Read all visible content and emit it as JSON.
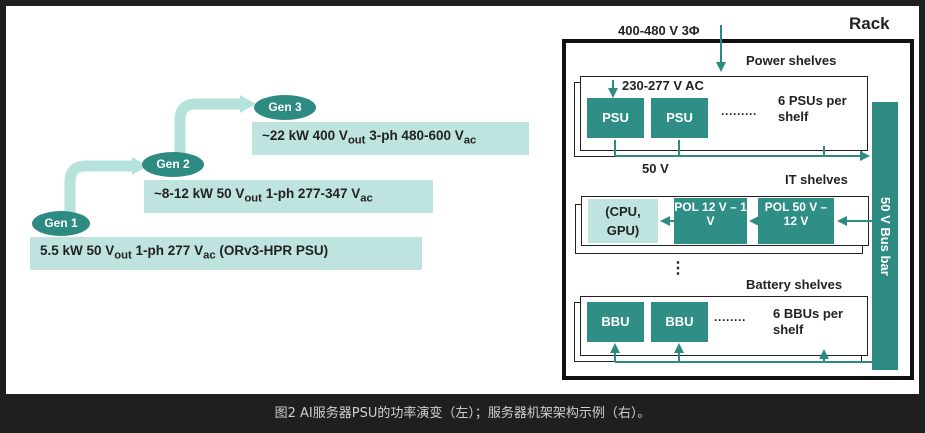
{
  "evolution": {
    "gen1": {
      "badge": "Gen 1",
      "spec_pre": "5.5 kW 50 V",
      "spec_sub1": "out",
      "spec_mid": " 1-ph 277 V",
      "spec_sub2": "ac",
      "spec_post": " (ORv3-HPR PSU)"
    },
    "gen2": {
      "badge": "Gen 2",
      "spec_pre": "~8-12 kW 50 V",
      "spec_sub1": "out",
      "spec_mid": " 1-ph 277-347 V",
      "spec_sub2": "ac",
      "spec_post": ""
    },
    "gen3": {
      "badge": "Gen 3",
      "spec_pre": "~22 kW 400 V",
      "spec_sub1": "out",
      "spec_mid": " 3-ph 480-600 V",
      "spec_sub2": "ac",
      "spec_post": ""
    }
  },
  "rack": {
    "title": "Rack",
    "input": "400-480 V 3Φ",
    "busbar": "50 V Bus bar",
    "power": {
      "title": "Power shelves",
      "input": "230-277 V AC",
      "psu": "PSU",
      "dots": "·········",
      "count": "6 PSUs per shelf",
      "output": "50 V"
    },
    "it": {
      "title": "IT shelves",
      "load": "(CPU, GPU)",
      "pol1": "POL 12 V – 1 V",
      "pol2": "POL 50 V – 12 V",
      "vdots": "⋮"
    },
    "battery": {
      "title": "Battery shelves",
      "bbu": "BBU",
      "dots": "········",
      "count": "6 BBUs per shelf"
    }
  },
  "caption": "图2 AI服务器PSU的功率演变（左）；服务器机架架构示例（右）。",
  "colors": {
    "teal": "#2e8b82",
    "light_teal": "#bfe3de",
    "arrow": "#9fd4cd",
    "caption_bg": "#1f1f1f"
  }
}
